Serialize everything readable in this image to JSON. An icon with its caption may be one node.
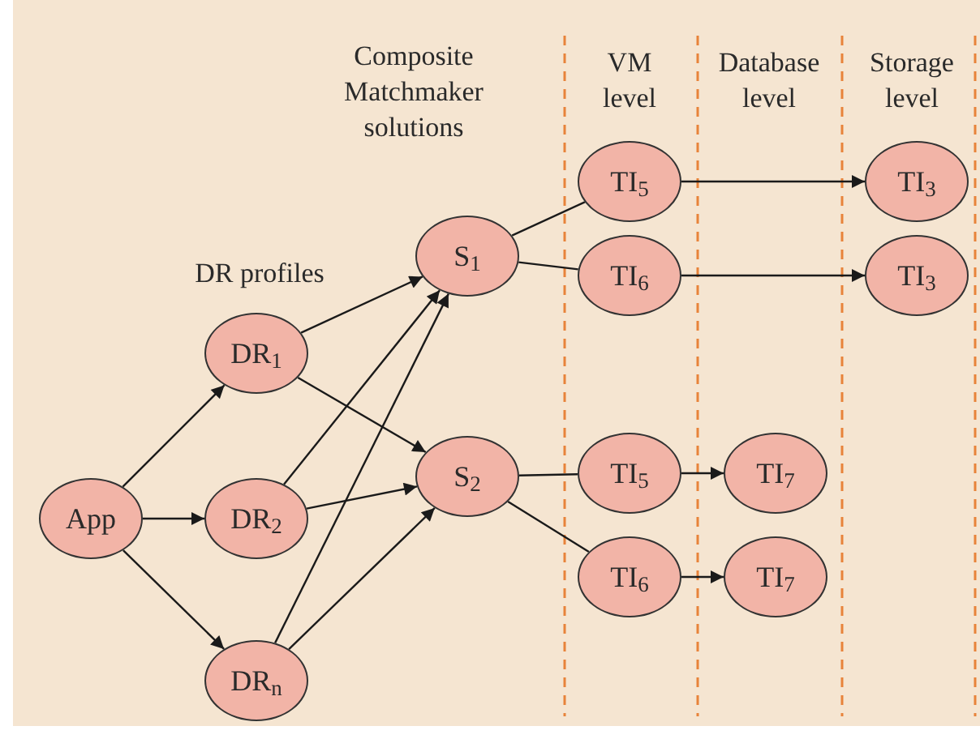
{
  "diagram": {
    "nodes": [
      {
        "text": [
          "App"
        ]
      },
      {
        "text": [
          "DR$_{1}$"
        ]
      },
      {
        "text": [
          "DR$_{2}$"
        ]
      },
      {
        "text": [
          "DR$_{n}$"
        ]
      },
      {
        "text": [
          "S$_{1}$"
        ]
      },
      {
        "text": [
          "S$_{2}$"
        ]
      },
      {
        "text": [
          "TI$_{5}$"
        ]
      },
      {
        "text": [
          "TI$_{6}$"
        ]
      },
      {
        "text": [
          "TI$_{3}$"
        ]
      },
      {
        "text": [
          "TI$_{3}$"
        ]
      },
      {
        "text": [
          "TI$_{5}$"
        ]
      },
      {
        "text": [
          "TI$_{7}$"
        ]
      },
      {
        "text": [
          "TI$_{6}$"
        ]
      },
      {
        "text": [
          "TI$_{7}$"
        ]
      }
    ],
    "edges": [
      {
        "from": 0,
        "to": 1,
        "arrow": "to"
      },
      {
        "from": 0,
        "to": 2,
        "arrow": "to"
      },
      {
        "from": 0,
        "to": 3,
        "arrow": "to"
      },
      {
        "from": 1,
        "to": 4,
        "arrow": "to"
      },
      {
        "from": 1,
        "to": 5,
        "arrow": "to"
      },
      {
        "from": 2,
        "to": 4,
        "arrow": "to"
      },
      {
        "from": 2,
        "to": 5,
        "arrow": "to"
      },
      {
        "from": 3,
        "to": 4,
        "arrow": "to"
      },
      {
        "from": 3,
        "to": 5,
        "arrow": "to"
      },
      {
        "from": 4,
        "to": 6,
        "arrow": "none"
      },
      {
        "from": 4,
        "to": 7,
        "arrow": "none"
      },
      {
        "from": 6,
        "to": 8,
        "arrow": "to"
      },
      {
        "from": 7,
        "to": 9,
        "arrow": "to"
      },
      {
        "from": 5,
        "to": 10,
        "arrow": "none"
      },
      {
        "from": 5,
        "to": 12,
        "arrow": "none"
      },
      {
        "from": 10,
        "to": 11,
        "arrow": "to"
      },
      {
        "from": 12,
        "to": 13,
        "arrow": "to"
      }
    ],
    "labels": [
      "Composite Matchmaker solutions",
      "VM level",
      "Database level",
      "Storage level",
      "DR profiles"
    ]
  }
}
